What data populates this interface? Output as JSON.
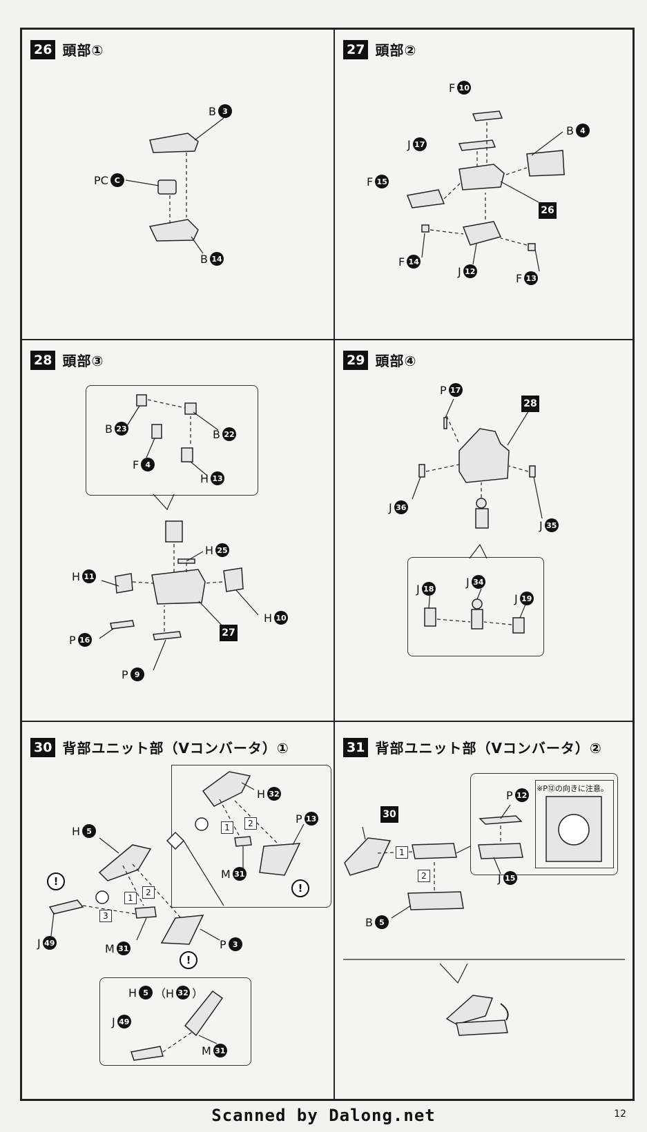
{
  "steps": {
    "s26": {
      "num": "26",
      "title": "頭部①"
    },
    "s27": {
      "num": "27",
      "title": "頭部②"
    },
    "s28": {
      "num": "28",
      "title": "頭部③"
    },
    "s29": {
      "num": "29",
      "title": "頭部④"
    },
    "s30": {
      "num": "30",
      "title": "背部ユニット部（Vコンバータ）①"
    },
    "s31": {
      "num": "31",
      "title": "背部ユニット部（Vコンバータ）②"
    }
  },
  "parts": {
    "p26": [
      {
        "runner": "B",
        "num": "3"
      },
      {
        "runner": "PC",
        "num": "C"
      },
      {
        "runner": "B",
        "num": "14"
      }
    ],
    "p27": [
      {
        "runner": "F",
        "num": "10"
      },
      {
        "runner": "B",
        "num": "4"
      },
      {
        "runner": "J",
        "num": "17"
      },
      {
        "runner": "F",
        "num": "15"
      },
      {
        "runner": "F",
        "num": "14"
      },
      {
        "runner": "J",
        "num": "12"
      },
      {
        "runner": "F",
        "num": "13"
      }
    ],
    "p28": [
      {
        "runner": "B",
        "num": "23"
      },
      {
        "runner": "B",
        "num": "22"
      },
      {
        "runner": "F",
        "num": "4"
      },
      {
        "runner": "H",
        "num": "13"
      },
      {
        "runner": "H",
        "num": "25"
      },
      {
        "runner": "H",
        "num": "11"
      },
      {
        "runner": "H",
        "num": "10"
      },
      {
        "runner": "P",
        "num": "16"
      },
      {
        "runner": "P",
        "num": "9"
      }
    ],
    "p29": [
      {
        "runner": "P",
        "num": "17"
      },
      {
        "runner": "J",
        "num": "36"
      },
      {
        "runner": "J",
        "num": "35"
      },
      {
        "runner": "J",
        "num": "18"
      },
      {
        "runner": "J",
        "num": "34"
      },
      {
        "runner": "J",
        "num": "19"
      }
    ],
    "p30": [
      {
        "runner": "H",
        "num": "32"
      },
      {
        "runner": "P",
        "num": "13"
      },
      {
        "runner": "M",
        "num": "31"
      },
      {
        "runner": "H",
        "num": "5"
      },
      {
        "runner": "J",
        "num": "49"
      },
      {
        "runner": "M",
        "num": "31"
      },
      {
        "runner": "P",
        "num": "3"
      },
      {
        "runner": "H",
        "num": "5"
      },
      {
        "runner": "J",
        "num": "49"
      },
      {
        "runner": "M",
        "num": "31"
      }
    ],
    "p31": [
      {
        "runner": "P",
        "num": "12"
      },
      {
        "runner": "J",
        "num": "15"
      },
      {
        "runner": "B",
        "num": "5"
      }
    ]
  },
  "refs": {
    "r26": "26",
    "r27": "27",
    "r28": "28",
    "r30": "30"
  },
  "alt_part": "（H",
  "alt_part_num": "32",
  "alt_part_close": "）",
  "order": [
    "1",
    "2",
    "3"
  ],
  "warn_mark": "!",
  "note_p12": "※P⑫の向きに注意。",
  "footer": "Scanned by Dalong.net",
  "page_number": "12"
}
